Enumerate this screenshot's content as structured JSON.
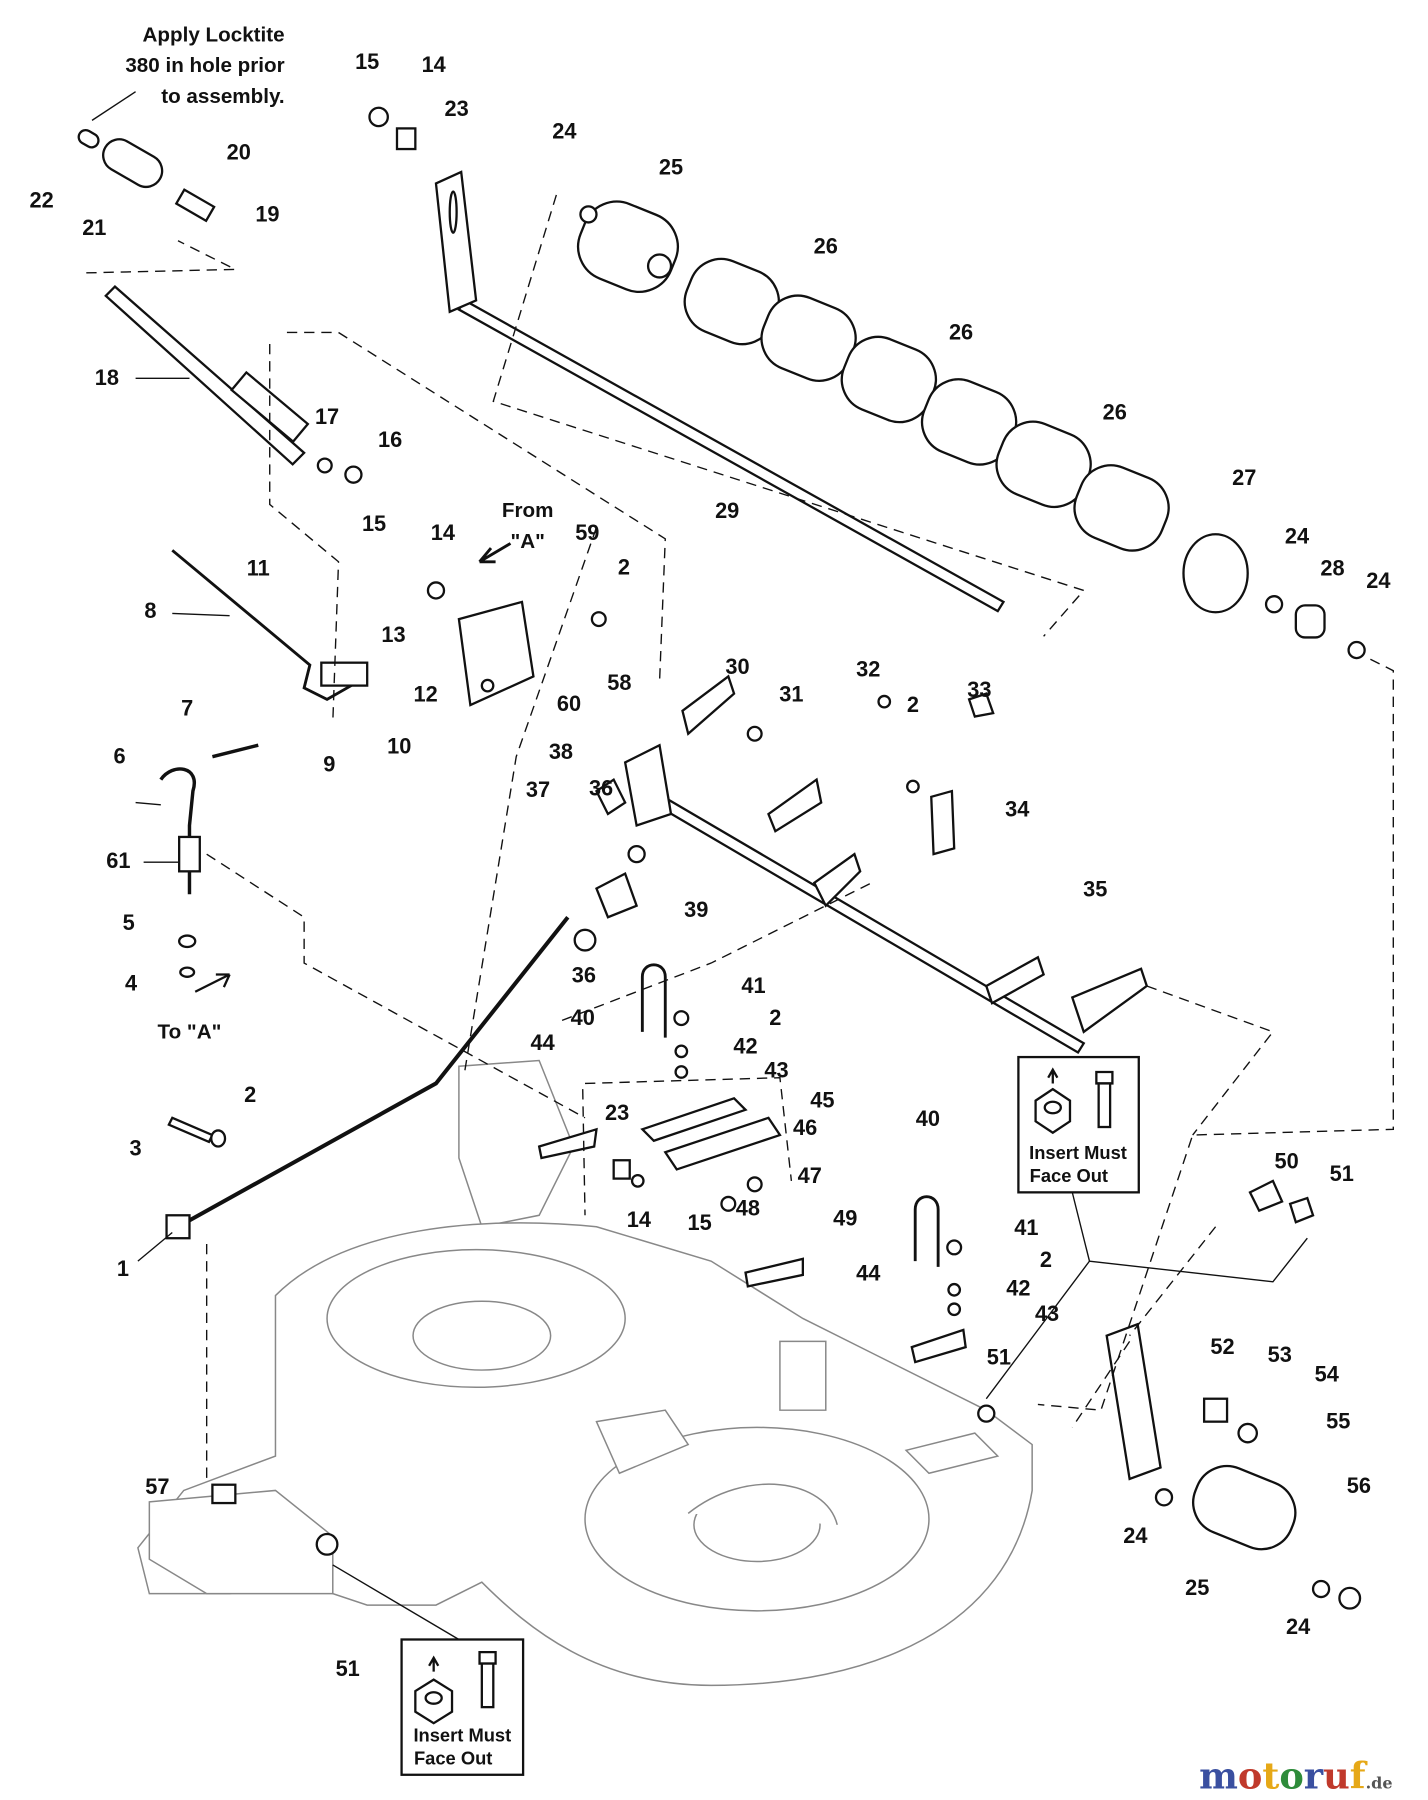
{
  "notes": {
    "locktite": [
      "Apply Locktite",
      "380 in hole prior",
      "to assembly."
    ],
    "from_a": [
      "From",
      "\"A\""
    ],
    "to_a": "To \"A\"",
    "insert_box_1": [
      "Insert Must",
      "Face Out"
    ],
    "insert_box_2": [
      "Insert Must",
      "Face Out"
    ]
  },
  "callouts": [
    "15",
    "14",
    "23",
    "24",
    "25",
    "26",
    "26",
    "26",
    "22",
    "21",
    "20",
    "19",
    "18",
    "17",
    "16",
    "29",
    "27",
    "24",
    "28",
    "24",
    "15",
    "14",
    "59",
    "2",
    "11",
    "8",
    "13",
    "58",
    "12",
    "7",
    "6",
    "9",
    "10",
    "30",
    "31",
    "32",
    "2",
    "33",
    "60",
    "38",
    "37",
    "36",
    "34",
    "61",
    "39",
    "35",
    "5",
    "4",
    "36",
    "41",
    "2",
    "40",
    "42",
    "43",
    "44",
    "45",
    "46",
    "23",
    "47",
    "48",
    "14",
    "15",
    "49",
    "2",
    "3",
    "1",
    "40",
    "41",
    "2",
    "42",
    "43",
    "44",
    "51",
    "50",
    "51",
    "52",
    "53",
    "54",
    "55",
    "56",
    "24",
    "25",
    "24",
    "57",
    "51"
  ],
  "watermark": {
    "text": "motoruf",
    "suffix": ".de",
    "colors": [
      "#3a4fa0",
      "#c0392b",
      "#e6a817",
      "#2e8b3a"
    ]
  }
}
